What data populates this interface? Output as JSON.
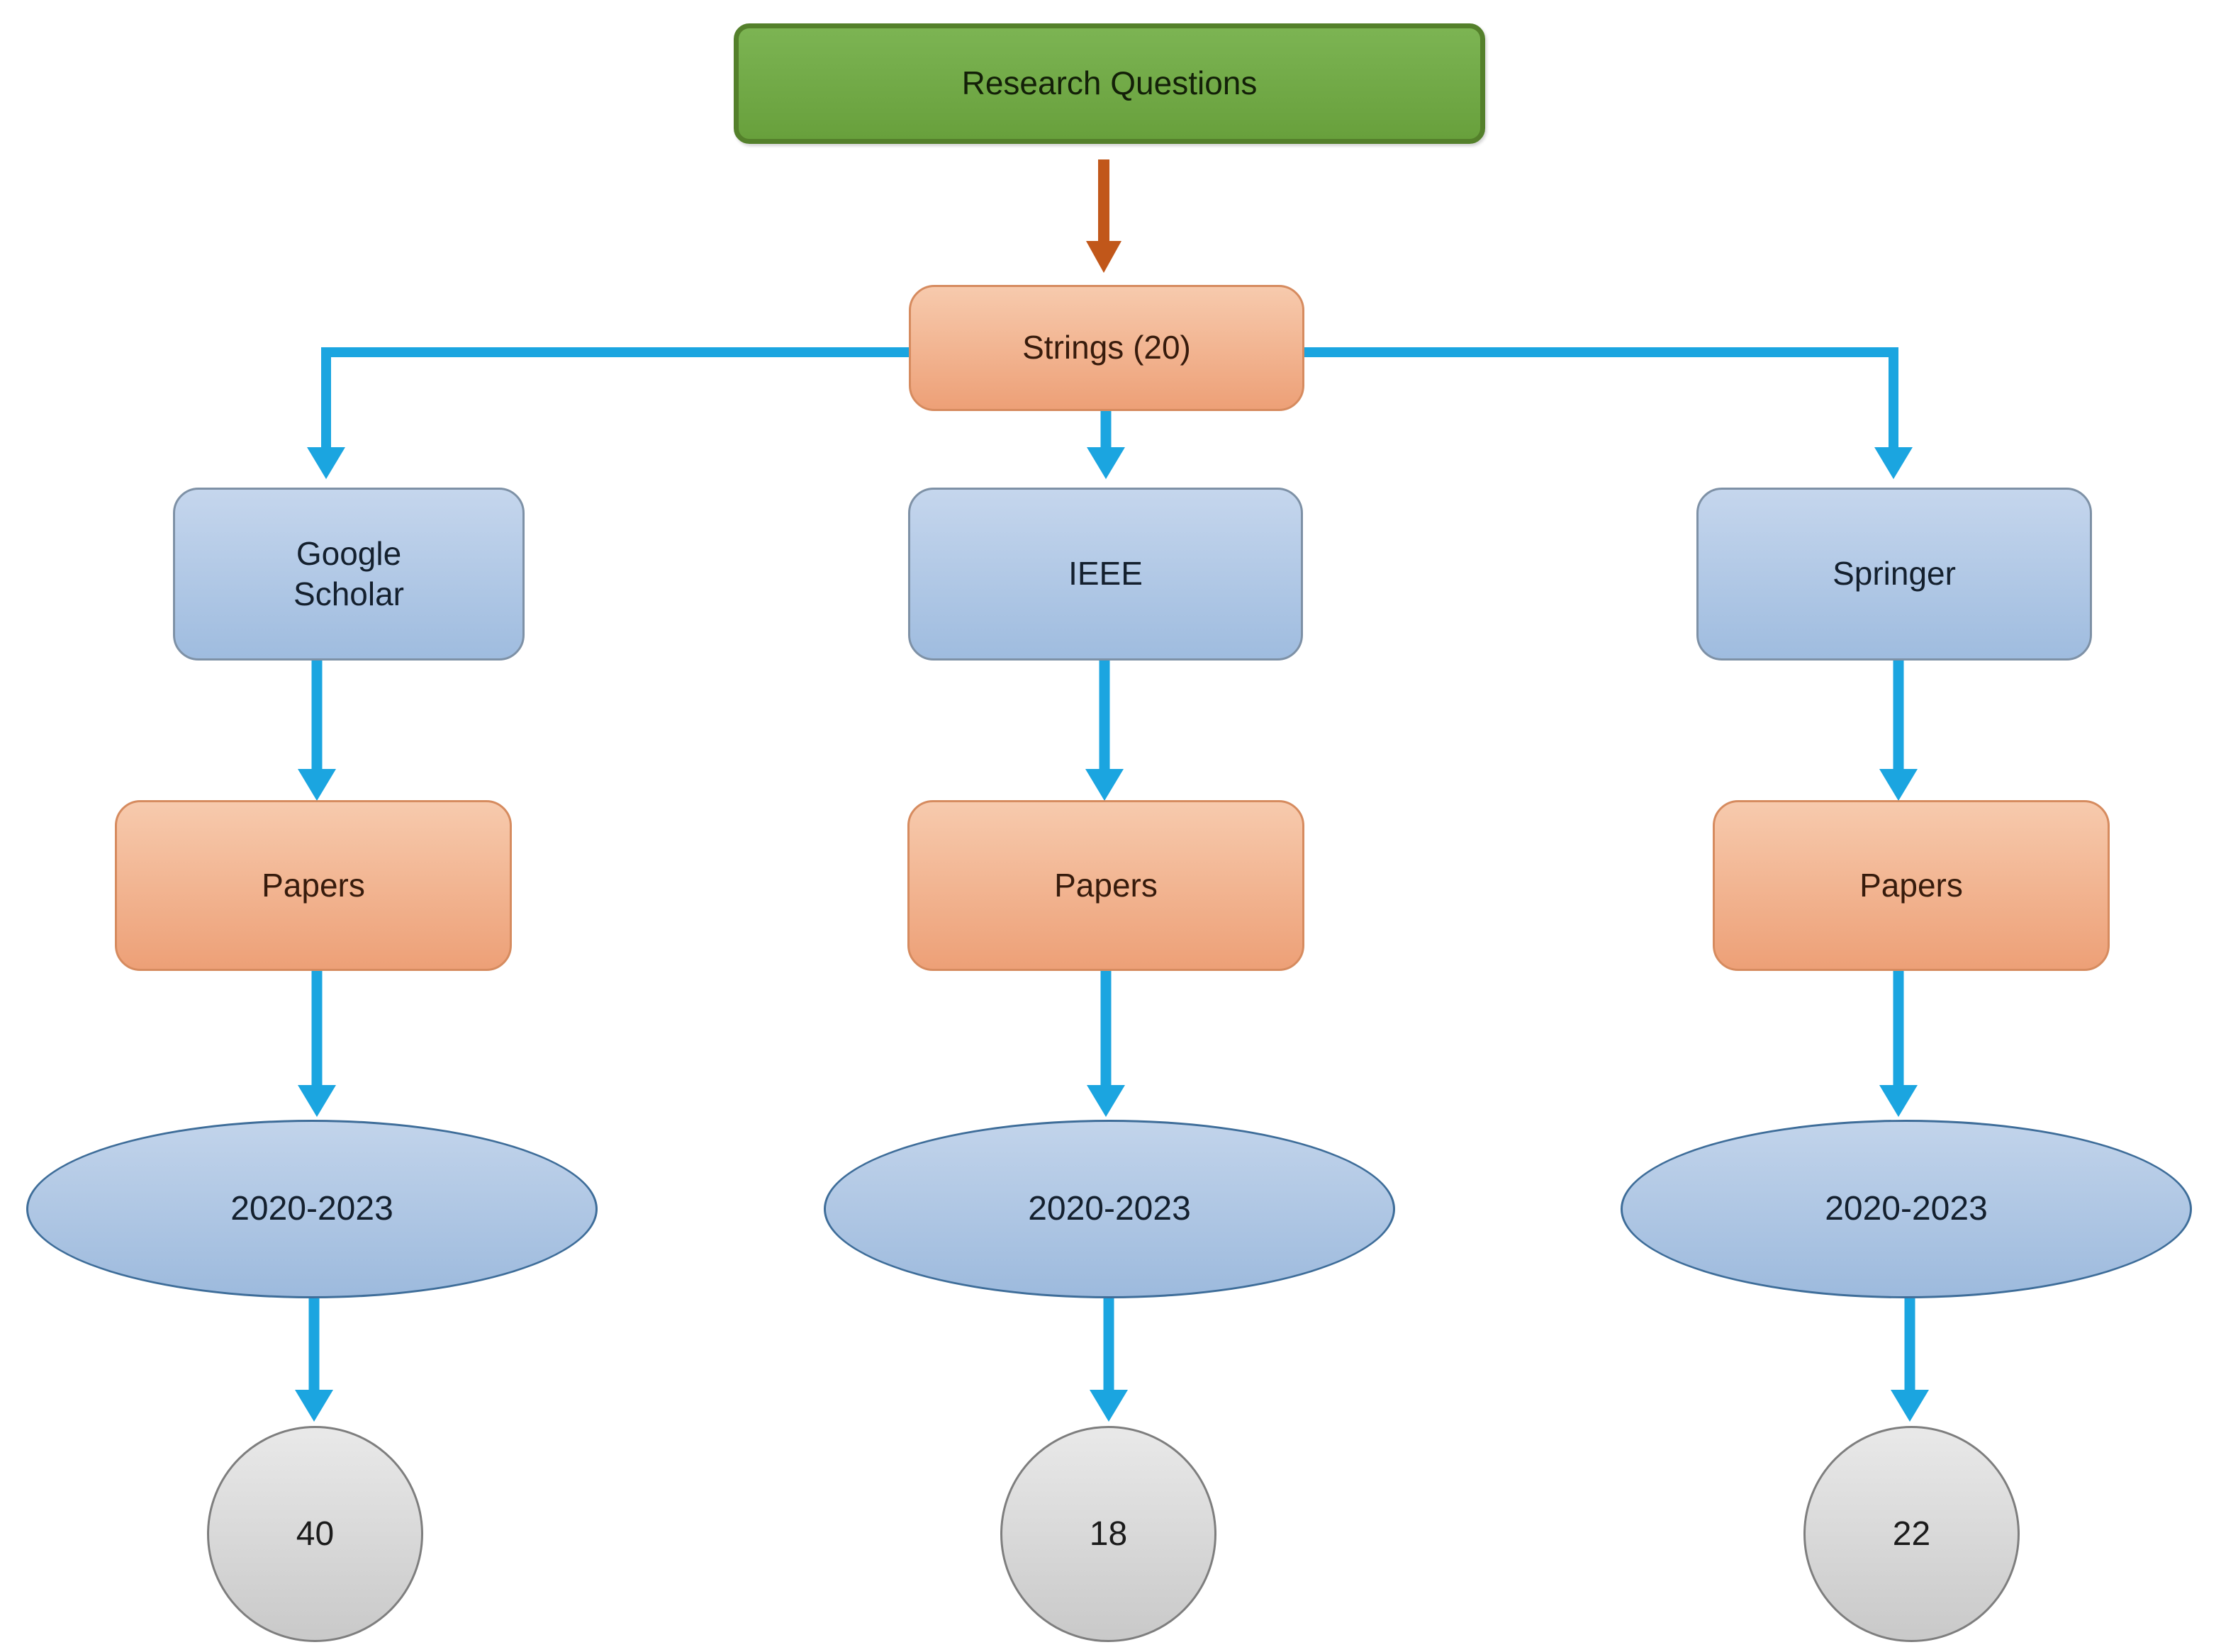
{
  "diagram": {
    "root": {
      "label": "Research Questions"
    },
    "strings": {
      "label": "Strings (20)"
    },
    "columns": [
      {
        "source_line1": "Google",
        "source_line2": "Scholar",
        "papers_label": "Papers",
        "years_label": "2020-2023",
        "count": "40"
      },
      {
        "source_line1": "IEEE",
        "papers_label": "Papers",
        "years_label": "2020-2023",
        "count": "18"
      },
      {
        "source_line1": "Springer",
        "papers_label": "Papers",
        "years_label": "2020-2023",
        "count": "22"
      }
    ]
  },
  "colors": {
    "background": "#FFFFFF",
    "connector": "#1BA5E0",
    "arrow_brown": "#C1571A",
    "green_fill_top": "#7CB453",
    "green_fill_bottom": "#68A03C",
    "green_border": "#54802B",
    "peach_fill_top": "#F7CAAD",
    "peach_fill_bottom": "#EDA077",
    "peach_border": "#D68B5F",
    "blue_fill_top": "#C5D6ED",
    "blue_fill_bottom": "#9FBCDF",
    "blue_border": "#7E91A6",
    "ellipse_fill_top": "#C2D4EB",
    "ellipse_fill_bottom": "#9DBADD",
    "ellipse_border": "#3E6D99",
    "gray_fill_top": "#E9E9E9",
    "gray_fill_bottom": "#C9C9C9",
    "gray_border": "#7E7E7E",
    "text_primary": "#1B1B1B",
    "text_on_green": "#132008",
    "text_on_peach": "#371B0C",
    "text_on_blue": "#14202E"
  }
}
